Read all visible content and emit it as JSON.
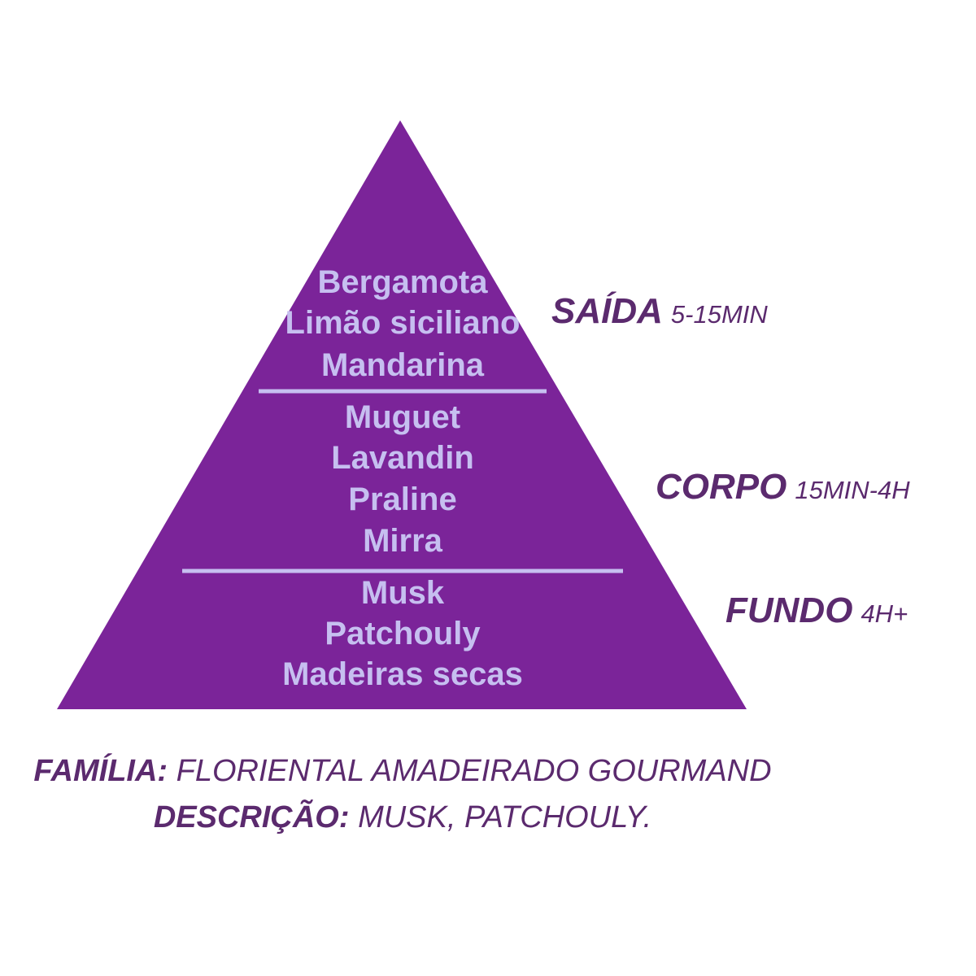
{
  "colors": {
    "pyramid_fill": "#7b2499",
    "divider": "#c6bff0",
    "note_text": "#c6bff0",
    "label_text": "#5b2a6e"
  },
  "pyramid": {
    "top_notes": [
      "Bergamota",
      "Limão siciliano",
      "Mandarina"
    ],
    "heart_notes": [
      "Muguet",
      "Lavandin",
      "Praline",
      "Mirra"
    ],
    "base_notes": [
      "Musk",
      "Patchouly",
      "Madeiras secas"
    ]
  },
  "tiers": [
    {
      "name": "SAÍDA",
      "time": "5-15MIN"
    },
    {
      "name": "CORPO",
      "time": "15MIN-4H"
    },
    {
      "name": "FUNDO",
      "time": "4H+"
    }
  ],
  "info": {
    "family_label": "FAMÍLIA:",
    "family_value": "FLORIENTAL AMADEIRADO GOURMAND",
    "description_label": "DESCRIÇÃO:",
    "description_value": "MUSK, PATCHOULY."
  }
}
